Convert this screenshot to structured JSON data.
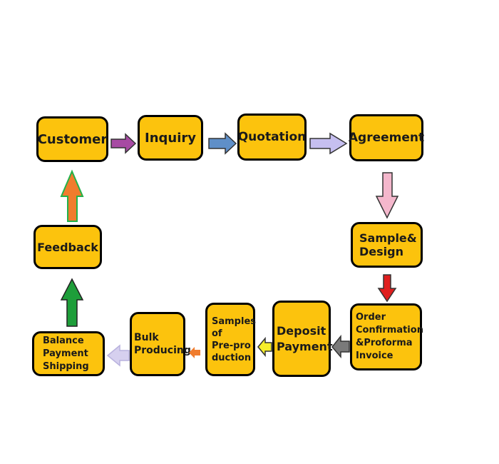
{
  "flow": {
    "customer": "Customer",
    "inquiry": "Inquiry",
    "quotation": "Quotation",
    "agreement": "Agreement",
    "sample_design": "Sample&\nDesign",
    "order_confirmation": "Order\nConfirmation\n&Proforma\nInvoice",
    "deposit_payment": "Deposit\nPayment",
    "samples_preproduction": "Samples\nof\nPre-pro\nduction",
    "bulk_producing": "Bulk\nProducing",
    "balance_payment": "Balance\nPayment\nShipping",
    "feedback": "Feedback"
  },
  "colors": {
    "box_fill": "#fcc30d",
    "arrow_purple": "#a74aa3",
    "arrow_blue": "#5f8fc8",
    "arrow_lavender": "#c6bff0",
    "arrow_pink": "#f4b7cc",
    "arrow_red": "#e01e1e",
    "arrow_gray": "#7a7a7a",
    "arrow_yellow": "#f7ef2a",
    "arrow_orange": "#f07c2d",
    "arrow_lightlavender": "#d6d0ef",
    "arrow_green": "#1e9e3a",
    "arrow_orange_up": "#f07c2d"
  }
}
